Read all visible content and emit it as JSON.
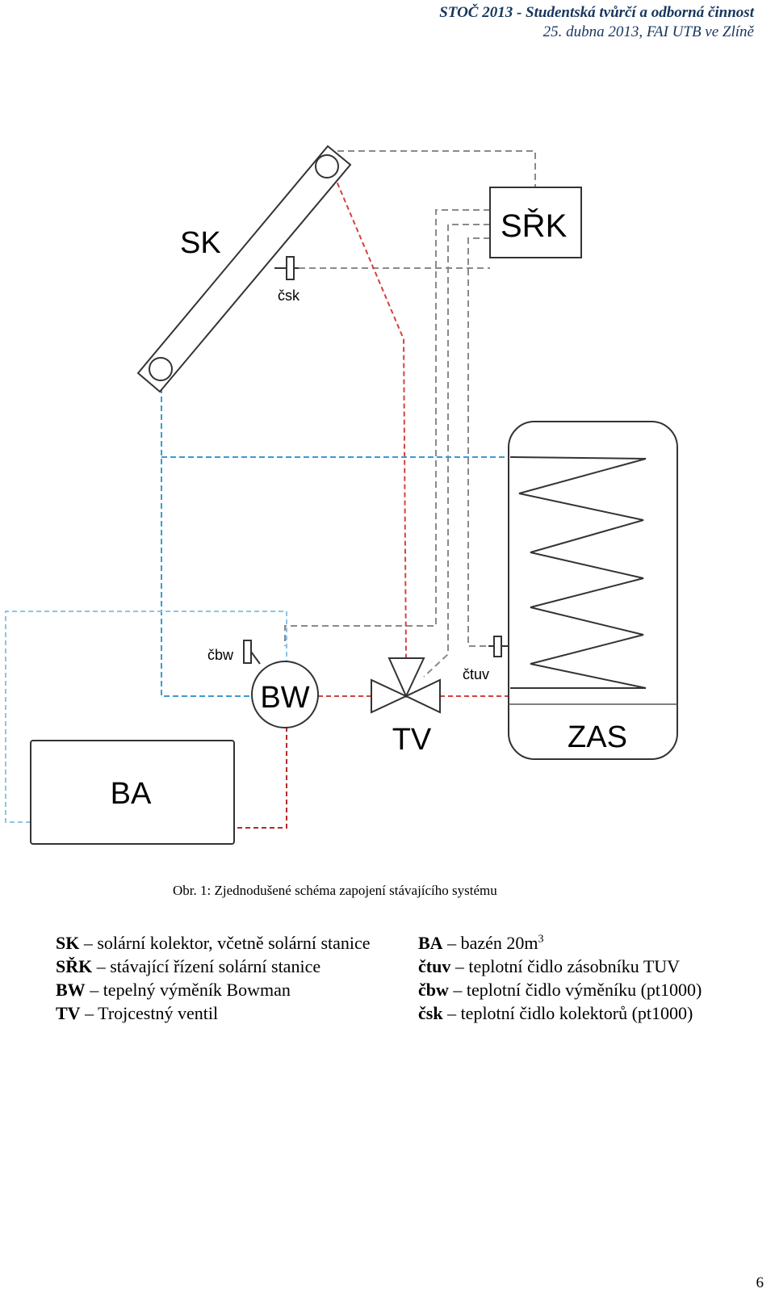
{
  "header": {
    "title": "STOČ 2013 - Studentská tvůrčí a odborná činnost",
    "subtitle": "25. dubna 2013, FAI UTB ve Zlíně"
  },
  "diagram": {
    "labels": {
      "sk": "SK",
      "srk": "SŘK",
      "csk": "čsk",
      "cbw": "čbw",
      "bw": "BW",
      "ctuv": "čtuv",
      "tv": "TV",
      "zas": "ZAS",
      "ba": "BA"
    },
    "colors": {
      "blue": "#3d9ad1",
      "light_blue": "#8cc4e6",
      "red": "#d64040",
      "dark_red": "#b52a2a",
      "gray": "#8a8a8a",
      "outline": "#333333"
    }
  },
  "caption": "Obr. 1: Zjednodušené schéma zapojení  stávajícího systému",
  "legend": {
    "left": [
      {
        "code": "SK",
        "text": " – solární kolektor, včetně solární stanice"
      },
      {
        "code": "SŘK",
        "text": " – stávající řízení solární stanice"
      },
      {
        "code": "BW",
        "text": " – tepelný výměník Bowman"
      },
      {
        "code": "TV",
        "text": " – Trojcestný ventil"
      }
    ],
    "right": [
      {
        "code": "BA",
        "text": " – bazén 20m",
        "sup": "3"
      },
      {
        "code": "čtuv",
        "text": " – teplotní čidlo zásobníku TUV"
      },
      {
        "code": "čbw",
        "text": " – teplotní čidlo výměníku (pt1000)"
      },
      {
        "code": "čsk",
        "text": " – teplotní čidlo kolektorů (pt1000)"
      }
    ]
  },
  "page_number": "6"
}
